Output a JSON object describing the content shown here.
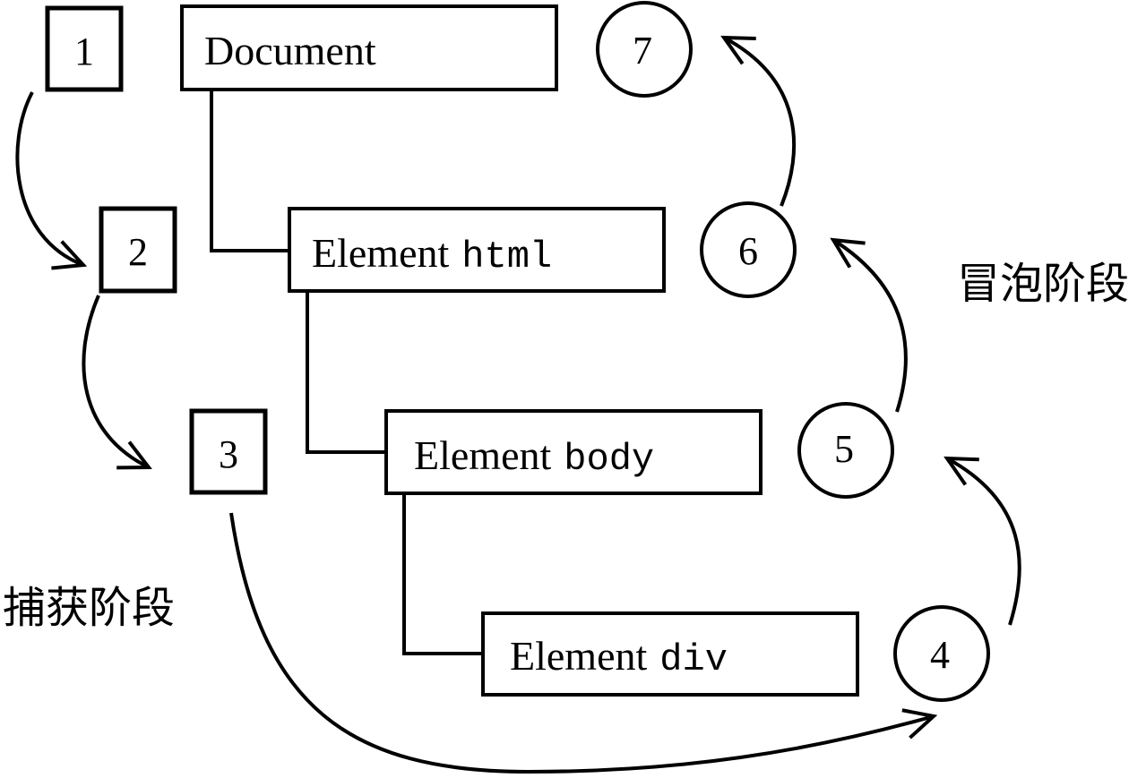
{
  "nodes": {
    "document": {
      "label": "Document"
    },
    "html": {
      "label": "Element",
      "tag": "html"
    },
    "body": {
      "label": "Element",
      "tag": "body"
    },
    "div": {
      "label": "Element",
      "tag": "div"
    }
  },
  "capture_steps": [
    "1",
    "2",
    "3"
  ],
  "bubble_steps": [
    "4",
    "5",
    "6",
    "7"
  ],
  "phases": {
    "capture": "捕获阶段",
    "bubble": "冒泡阶段"
  },
  "colors": {
    "stroke": "#000000",
    "background": "#ffffff"
  }
}
